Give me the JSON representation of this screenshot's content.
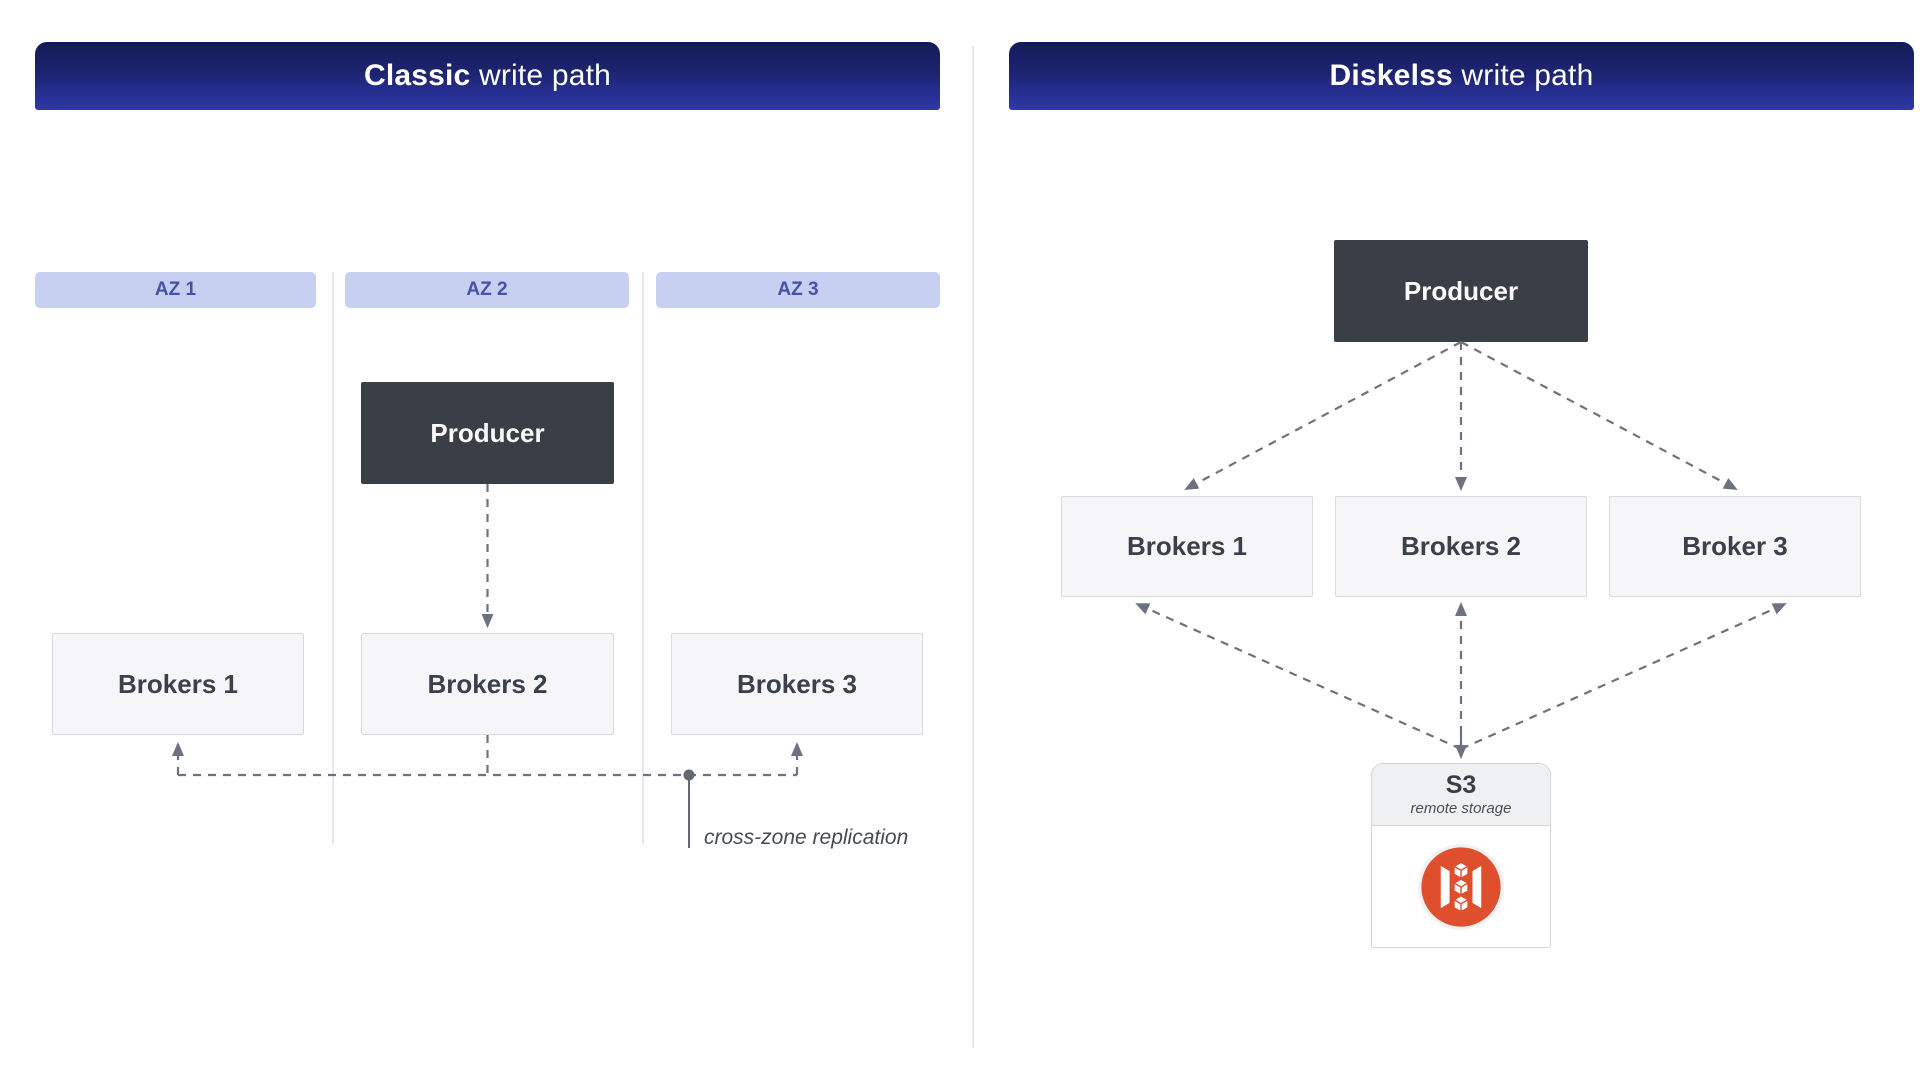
{
  "classic": {
    "title_bold": "Classic",
    "title_rest": " write path",
    "zones": [
      {
        "label": "AZ 1"
      },
      {
        "label": "AZ 2"
      },
      {
        "label": "AZ 3"
      }
    ],
    "producer": "Producer",
    "brokers": [
      {
        "label": "Brokers 1"
      },
      {
        "label": "Brokers 2"
      },
      {
        "label": "Brokers 3"
      }
    ],
    "annotation": "cross-zone replication"
  },
  "diskless": {
    "title_bold": "Diskelss",
    "title_rest": " write path",
    "producer": "Producer",
    "brokers": [
      {
        "label": "Brokers 1"
      },
      {
        "label": "Brokers 2"
      },
      {
        "label": "Broker 3"
      }
    ],
    "storage": {
      "title": "S3",
      "subtitle": "remote storage",
      "icon": "s3-bucket-icon"
    }
  },
  "colors": {
    "header_gradient_top": "#151a58",
    "header_gradient_bottom": "#2e38aa",
    "header_text": "#ffffff",
    "zone_pill_bg": "#c7d0f1",
    "zone_pill_text": "#4752a7",
    "producer_bg": "#3a3e47",
    "producer_text": "#fafafa",
    "broker_bg": "#f6f6f8",
    "broker_border": "#d9dade",
    "broker_text": "#3b404c",
    "connector_gray": "#6d7280",
    "annotation_text": "#454a55",
    "s3_header_bg": "#eff0f2",
    "s3_icon_red": "#e04f2d"
  }
}
